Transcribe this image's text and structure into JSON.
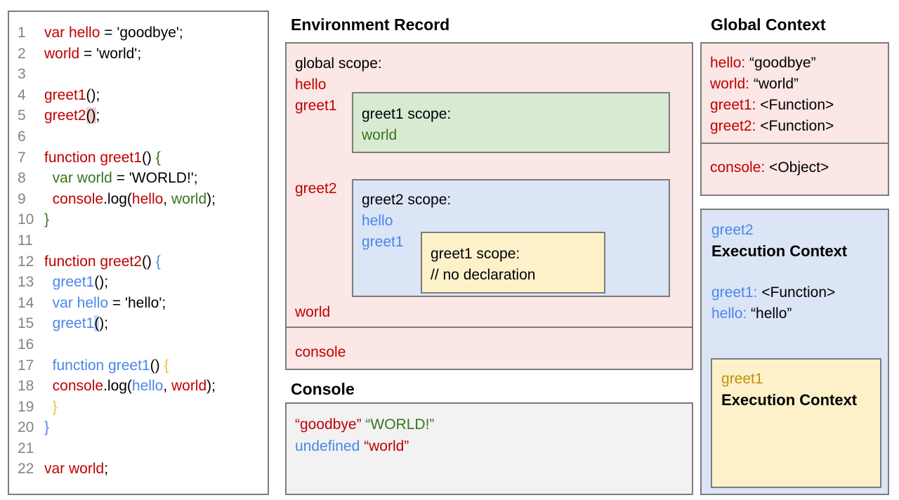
{
  "colors": {
    "red": "#c00000",
    "green": "#38761d",
    "blue": "#4a86e8",
    "gold": "#bf9000",
    "brace_yellow": "#f1c232",
    "black": "#000000"
  },
  "highlights": {
    "pink": "#f4cccc",
    "blue": "#c9daf8"
  },
  "code_panel": {
    "lines": [
      {
        "num": "1",
        "segments": [
          {
            "t": "var hello",
            "c": "red"
          },
          {
            "t": " = 'goodbye';",
            "c": "black"
          }
        ]
      },
      {
        "num": "2",
        "segments": [
          {
            "t": "world",
            "c": "red"
          },
          {
            "t": " = 'world';",
            "c": "black"
          }
        ]
      },
      {
        "num": "3",
        "segments": []
      },
      {
        "num": "4",
        "segments": [
          {
            "t": "greet1",
            "c": "red"
          },
          {
            "t": "();",
            "c": "black"
          }
        ]
      },
      {
        "num": "5",
        "segments": [
          {
            "t": "greet2",
            "c": "red"
          },
          {
            "t": "()",
            "c": "black",
            "hl": "pink"
          },
          {
            "t": ";",
            "c": "black"
          }
        ]
      },
      {
        "num": "6",
        "segments": []
      },
      {
        "num": "7",
        "segments": [
          {
            "t": "function greet1",
            "c": "red"
          },
          {
            "t": "() ",
            "c": "black"
          },
          {
            "t": "{",
            "c": "green"
          }
        ]
      },
      {
        "num": "8",
        "segments": [
          {
            "t": "  var world",
            "c": "green"
          },
          {
            "t": " = 'WORLD!';",
            "c": "black"
          }
        ]
      },
      {
        "num": "9",
        "segments": [
          {
            "t": "  ",
            "c": "black"
          },
          {
            "t": "console",
            "c": "red"
          },
          {
            "t": ".log(",
            "c": "black"
          },
          {
            "t": "hello",
            "c": "red"
          },
          {
            "t": ", ",
            "c": "black"
          },
          {
            "t": "world",
            "c": "green"
          },
          {
            "t": ");",
            "c": "black"
          }
        ]
      },
      {
        "num": "10",
        "segments": [
          {
            "t": "}",
            "c": "green"
          }
        ]
      },
      {
        "num": "11",
        "segments": []
      },
      {
        "num": "12",
        "segments": [
          {
            "t": "function greet2",
            "c": "red"
          },
          {
            "t": "() ",
            "c": "black"
          },
          {
            "t": "{",
            "c": "blue"
          }
        ]
      },
      {
        "num": "13",
        "segments": [
          {
            "t": "  greet1",
            "c": "blue"
          },
          {
            "t": "();",
            "c": "black"
          }
        ]
      },
      {
        "num": "14",
        "segments": [
          {
            "t": "  var hello",
            "c": "blue"
          },
          {
            "t": " = 'hello';",
            "c": "black"
          }
        ]
      },
      {
        "num": "15",
        "segments": [
          {
            "t": "  greet1",
            "c": "blue"
          },
          {
            "t": "(",
            "c": "black",
            "hl": "blue"
          },
          {
            "t": ");",
            "c": "black"
          }
        ]
      },
      {
        "num": "16",
        "segments": []
      },
      {
        "num": "17",
        "segments": [
          {
            "t": "  function greet1",
            "c": "blue"
          },
          {
            "t": "() ",
            "c": "black"
          },
          {
            "t": "{",
            "c": "brace_yellow"
          }
        ]
      },
      {
        "num": "18",
        "segments": [
          {
            "t": "  ",
            "c": "black"
          },
          {
            "t": "console",
            "c": "red"
          },
          {
            "t": ".log(",
            "c": "black"
          },
          {
            "t": "hello",
            "c": "blue"
          },
          {
            "t": ", ",
            "c": "black"
          },
          {
            "t": "world",
            "c": "red"
          },
          {
            "t": ");",
            "c": "black"
          }
        ]
      },
      {
        "num": "19",
        "segments": [
          {
            "t": "  }",
            "c": "brace_yellow"
          }
        ]
      },
      {
        "num": "20",
        "segments": [
          {
            "t": "}",
            "c": "blue"
          }
        ]
      },
      {
        "num": "21",
        "segments": []
      },
      {
        "num": "22",
        "segments": [
          {
            "t": "var world",
            "c": "red"
          },
          {
            "t": ";",
            "c": "black"
          }
        ]
      }
    ]
  },
  "environment_record": {
    "title": "Environment Record",
    "global_box": {
      "heading": [
        {
          "t": "global scope:",
          "c": "black"
        }
      ],
      "hello": [
        {
          "t": "hello",
          "c": "red"
        }
      ],
      "greet1": [
        {
          "t": "greet1",
          "c": "red"
        }
      ],
      "greet2": [
        {
          "t": "greet2",
          "c": "red"
        }
      ],
      "world": [
        {
          "t": "world",
          "c": "red"
        }
      ]
    },
    "greet1_scope_box": {
      "heading": [
        {
          "t": "greet1 scope:",
          "c": "black"
        }
      ],
      "world": [
        {
          "t": "world",
          "c": "green"
        }
      ]
    },
    "greet2_scope_box": {
      "heading": [
        {
          "t": "greet2 scope:",
          "c": "black"
        }
      ],
      "hello": [
        {
          "t": "hello",
          "c": "blue"
        }
      ],
      "greet1": [
        {
          "t": "greet1",
          "c": "blue"
        }
      ]
    },
    "nested_greet1_scope_box": {
      "heading": [
        {
          "t": "greet1 scope:",
          "c": "black"
        }
      ],
      "comment": [
        {
          "t": "// no declaration",
          "c": "black"
        }
      ]
    },
    "console_strip": {
      "console": [
        {
          "t": "console",
          "c": "red"
        }
      ]
    }
  },
  "console_panel": {
    "title": "Console",
    "line1": [
      {
        "t": "“goodbye”",
        "c": "red"
      },
      {
        "t": " ",
        "c": "black"
      },
      {
        "t": "“WORLD!”",
        "c": "green"
      }
    ],
    "line2": [
      {
        "t": "undefined",
        "c": "blue"
      },
      {
        "t": " ",
        "c": "black"
      },
      {
        "t": "“world”",
        "c": "red"
      }
    ]
  },
  "global_context": {
    "title": "Global Context",
    "variables_box": [
      [
        {
          "t": "hello:",
          "c": "red"
        },
        {
          "t": " “goodbye”",
          "c": "black"
        }
      ],
      [
        {
          "t": "world:",
          "c": "red"
        },
        {
          "t": " “world”",
          "c": "black"
        }
      ],
      [
        {
          "t": "greet1:",
          "c": "red"
        },
        {
          "t": " <Function>",
          "c": "black"
        }
      ],
      [
        {
          "t": "greet2:",
          "c": "red"
        },
        {
          "t": " <Function>",
          "c": "black"
        }
      ]
    ],
    "console_box": [
      [
        {
          "t": "console:",
          "c": "red"
        },
        {
          "t": " <Object>",
          "c": "black"
        }
      ]
    ]
  },
  "greet2_execution_context": {
    "name": [
      {
        "t": "greet2",
        "c": "blue"
      }
    ],
    "label": "Execution Context",
    "bindings": [
      [
        {
          "t": "greet1:",
          "c": "blue"
        },
        {
          "t": " <Function>",
          "c": "black"
        }
      ],
      [
        {
          "t": "hello:",
          "c": "blue"
        },
        {
          "t": " “hello”",
          "c": "black"
        }
      ]
    ],
    "greet1_execution_context": {
      "name": [
        {
          "t": "greet1",
          "c": "gold"
        }
      ],
      "label": "Execution Context"
    }
  }
}
